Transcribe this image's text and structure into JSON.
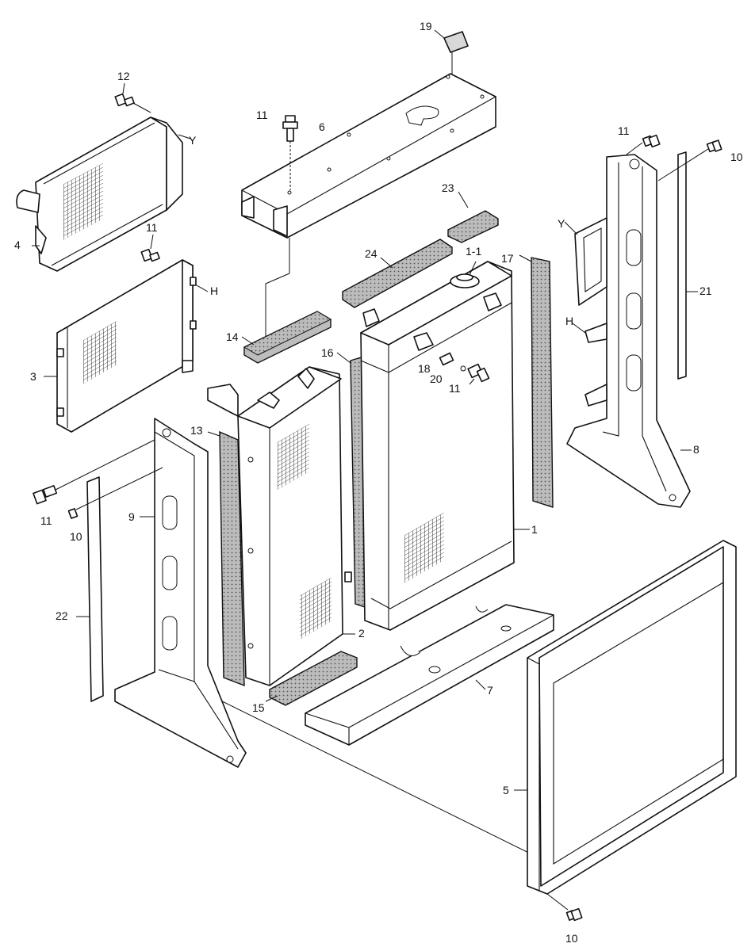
{
  "labels": {
    "l19": "19",
    "l12": "12",
    "l11a": "11",
    "l6": "6",
    "lYa": "Y",
    "l11b": "11",
    "l10a": "10",
    "l11c": "11",
    "l4": "4",
    "lH1": "H",
    "l23": "23",
    "l24": "24",
    "l1_1": "1-1",
    "l17": "17",
    "lYb": "Y",
    "l21": "21",
    "l3": "3",
    "l14": "14",
    "l16": "16",
    "lH2": "H",
    "l18": "18",
    "l20": "20",
    "l11d": "11",
    "l13": "13",
    "l8": "8",
    "l11e": "11",
    "l9": "9",
    "l10b": "10",
    "l1": "1",
    "l22": "22",
    "l2": "2",
    "l7": "7",
    "l15": "15",
    "l5": "5",
    "l10c": "10"
  },
  "colors": {
    "line": "#111111",
    "pad": "#b8b8b8",
    "background": "#ffffff"
  }
}
